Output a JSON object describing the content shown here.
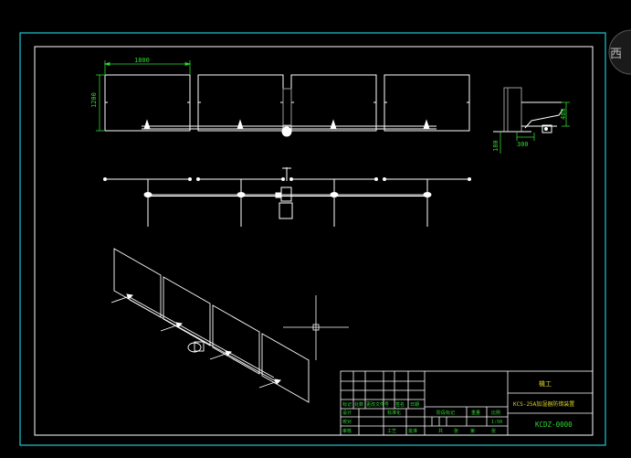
{
  "colors": {
    "background": "#000000",
    "outer_frame": "#1ec8d2",
    "line": "#ffffff",
    "dimension": "#2fd92f",
    "gray_part": "#9a9a9a",
    "title_text": "#2fd92f",
    "title_text_yellow": "#d8d32a"
  },
  "dimensions": {
    "panel_width": "1800",
    "panel_height": "1200",
    "side_height": "480",
    "side_width": "300",
    "side_base": "180"
  },
  "watermark": {
    "char": "西"
  },
  "title_block": {
    "company": "機工",
    "project_name": "KCS-25A加湿器防错装置",
    "drawing_number": "KCDZ-0000",
    "row_labels": [
      "标记",
      "处数",
      "更改文件号",
      "签名",
      "日期"
    ],
    "left_labels": [
      "设计",
      "校对",
      "审核",
      "工艺"
    ],
    "mid_labels": [
      "阶段标记",
      "重量",
      "比例"
    ],
    "scale": "1:50",
    "sheet_labels": [
      "共",
      "张",
      "第",
      "张"
    ],
    "standard_label": "标准化",
    "approve_label": "批准"
  },
  "views": {
    "front_panel_count": 4,
    "plan_panel_count": 4,
    "iso_panel_count": 4
  }
}
